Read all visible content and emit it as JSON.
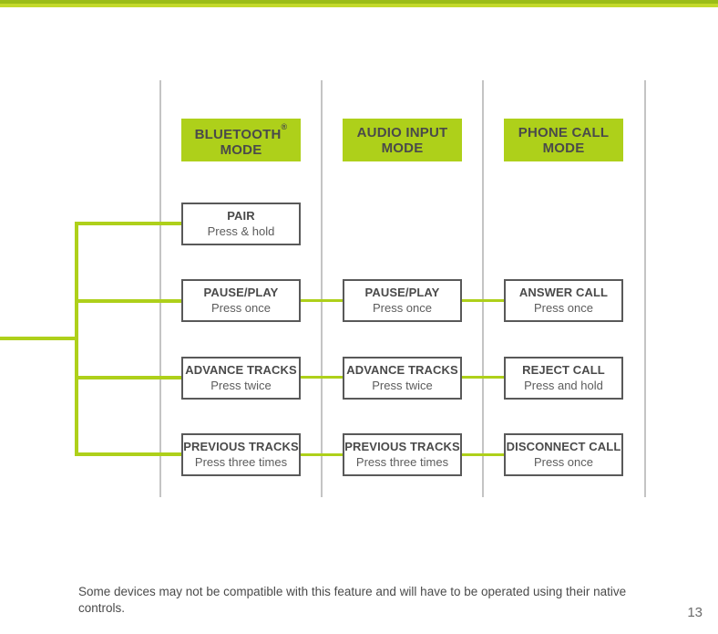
{
  "page": {
    "number": "13",
    "footer_note": "Some devices may not be compatible with this feature and will have to be operated using their native controls."
  },
  "theme": {
    "accent_green": "#aed01a",
    "accent_green_dark": "#9bbd18",
    "accent_green_light": "#c3d92b",
    "box_border": "#595959",
    "text_dark": "#4a4a4a",
    "divider_gray": "#c4c4c4"
  },
  "columns": [
    {
      "id": "bluetooth",
      "header_line1": "BLUETOOTH",
      "header_superscript": "®",
      "header_line2": "MODE",
      "rows": [
        {
          "title": "PAIR",
          "subtitle": "Press & hold"
        },
        {
          "title": "PAUSE/PLAY",
          "subtitle": "Press once"
        },
        {
          "title": "ADVANCE TRACKS",
          "subtitle": "Press twice"
        },
        {
          "title": "PREVIOUS TRACKS",
          "subtitle": "Press three times"
        }
      ]
    },
    {
      "id": "audio-input",
      "header_line1": "AUDIO INPUT",
      "header_superscript": "",
      "header_line2": "MODE",
      "rows": [
        {
          "title": "",
          "subtitle": ""
        },
        {
          "title": "PAUSE/PLAY",
          "subtitle": "Press once"
        },
        {
          "title": "ADVANCE TRACKS",
          "subtitle": "Press twice"
        },
        {
          "title": "PREVIOUS TRACKS",
          "subtitle": "Press three times"
        }
      ]
    },
    {
      "id": "phone-call",
      "header_line1": "PHONE CALL",
      "header_superscript": "",
      "header_line2": "MODE",
      "rows": [
        {
          "title": "",
          "subtitle": ""
        },
        {
          "title": "ANSWER CALL",
          "subtitle": "Press once"
        },
        {
          "title": "REJECT CALL",
          "subtitle": "Press and hold"
        },
        {
          "title": "DISCONNECT CALL",
          "subtitle": "Press once"
        }
      ]
    }
  ]
}
